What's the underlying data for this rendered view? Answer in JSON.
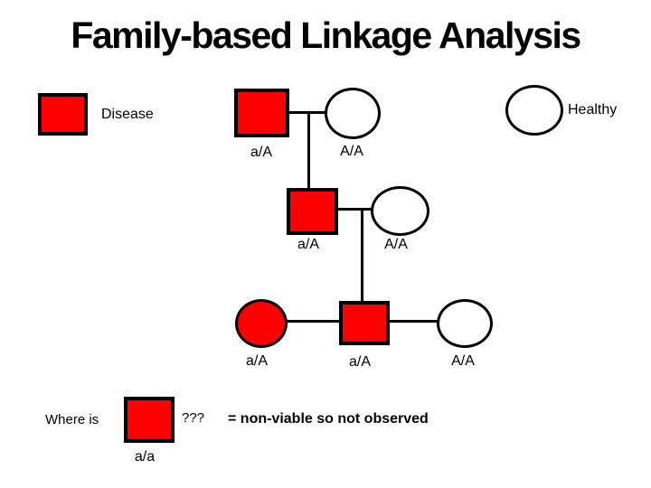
{
  "title": "Family-based Linkage Analysis",
  "colors": {
    "disease": "#FF0000",
    "healthy": "#FFFFFF",
    "line": "#000000"
  },
  "legend": {
    "disease_label": "Disease",
    "healthy_label": "Healthy"
  },
  "pedigree": {
    "gen1": {
      "father": {
        "shape": "square",
        "status": "disease",
        "genotype": "a/A"
      },
      "mother": {
        "shape": "circle",
        "status": "healthy",
        "genotype": "A/A"
      }
    },
    "gen2": {
      "son": {
        "shape": "square",
        "status": "disease",
        "genotype": "a/A"
      },
      "wife": {
        "shape": "circle",
        "status": "healthy",
        "genotype": "A/A"
      }
    },
    "gen3": {
      "left_partner": {
        "shape": "circle",
        "status": "disease",
        "genotype": "a/A"
      },
      "son": {
        "shape": "square",
        "status": "disease",
        "genotype": "a/A"
      },
      "right_partner": {
        "shape": "circle",
        "status": "healthy",
        "genotype": "A/A"
      }
    }
  },
  "footer": {
    "where_is_label": "Where is",
    "question_marks": "???",
    "explanation": "= non-viable so not observed",
    "missing_genotype": "a/a"
  }
}
